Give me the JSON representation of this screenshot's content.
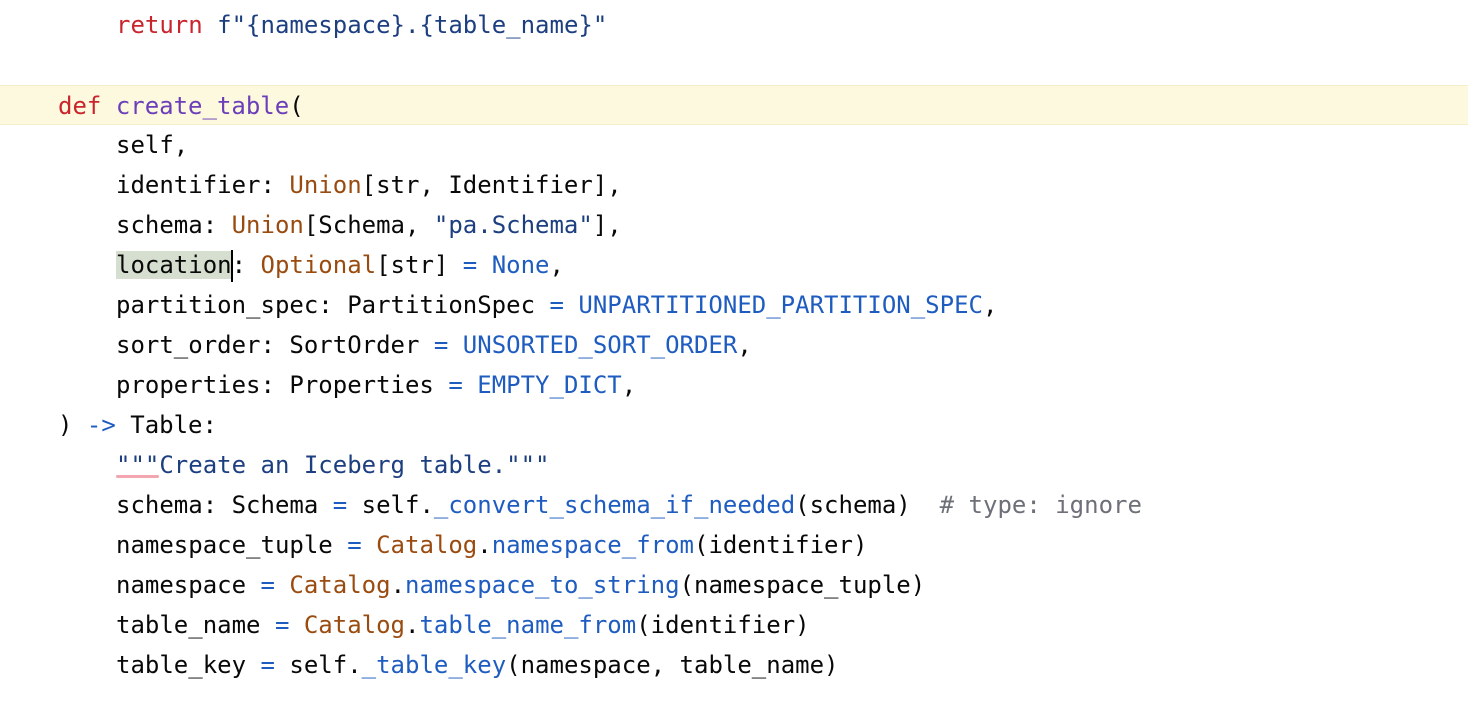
{
  "editor": {
    "lines": [
      {
        "indent": 2,
        "tokens": [
          {
            "t": "return",
            "c": "kw"
          },
          {
            "t": " ",
            "c": "plain"
          },
          {
            "t": "f\"{namespace}.{table_name}\"",
            "c": "str"
          }
        ]
      },
      {
        "indent": 0,
        "tokens": []
      },
      {
        "indent": 1,
        "current": true,
        "tokens": [
          {
            "t": "def",
            "c": "kw"
          },
          {
            "t": " ",
            "c": "plain"
          },
          {
            "t": "create_table",
            "c": "fn"
          },
          {
            "t": "(",
            "c": "plain"
          }
        ]
      },
      {
        "indent": 2,
        "tokens": [
          {
            "t": "self,",
            "c": "plain"
          }
        ]
      },
      {
        "indent": 2,
        "tokens": [
          {
            "t": "identifier: ",
            "c": "plain"
          },
          {
            "t": "Union",
            "c": "cls"
          },
          {
            "t": "[str, Identifier],",
            "c": "plain"
          }
        ]
      },
      {
        "indent": 2,
        "tokens": [
          {
            "t": "schema: ",
            "c": "plain"
          },
          {
            "t": "Union",
            "c": "cls"
          },
          {
            "t": "[Schema, ",
            "c": "plain"
          },
          {
            "t": "\"pa.Schema\"",
            "c": "str"
          },
          {
            "t": "],",
            "c": "plain"
          }
        ]
      },
      {
        "indent": 2,
        "tokens": [
          {
            "t": "location",
            "c": "plain",
            "hl": true
          },
          {
            "caret": true
          },
          {
            "t": ": ",
            "c": "plain"
          },
          {
            "t": "Optional",
            "c": "cls"
          },
          {
            "t": "[str] ",
            "c": "plain"
          },
          {
            "t": "=",
            "c": "op"
          },
          {
            "t": " ",
            "c": "plain"
          },
          {
            "t": "None",
            "c": "const"
          },
          {
            "t": ",",
            "c": "plain"
          }
        ]
      },
      {
        "indent": 2,
        "tokens": [
          {
            "t": "partition_spec: PartitionSpec ",
            "c": "plain"
          },
          {
            "t": "=",
            "c": "op"
          },
          {
            "t": " ",
            "c": "plain"
          },
          {
            "t": "UNPARTITIONED_PARTITION_SPEC",
            "c": "const"
          },
          {
            "t": ",",
            "c": "plain"
          }
        ]
      },
      {
        "indent": 2,
        "tokens": [
          {
            "t": "sort_order: SortOrder ",
            "c": "plain"
          },
          {
            "t": "=",
            "c": "op"
          },
          {
            "t": " ",
            "c": "plain"
          },
          {
            "t": "UNSORTED_SORT_ORDER",
            "c": "const"
          },
          {
            "t": ",",
            "c": "plain"
          }
        ]
      },
      {
        "indent": 2,
        "tokens": [
          {
            "t": "properties: Properties ",
            "c": "plain"
          },
          {
            "t": "=",
            "c": "op"
          },
          {
            "t": " ",
            "c": "plain"
          },
          {
            "t": "EMPTY_DICT",
            "c": "const"
          },
          {
            "t": ",",
            "c": "plain"
          }
        ]
      },
      {
        "indent": 1,
        "tokens": [
          {
            "t": ") ",
            "c": "plain"
          },
          {
            "t": "->",
            "c": "op"
          },
          {
            "t": " Table:",
            "c": "plain"
          }
        ]
      },
      {
        "indent": 2,
        "tokens": [
          {
            "t": "\"\"\"",
            "c": "str",
            "squiggle": true
          },
          {
            "t": "Create an Iceberg table.\"\"\"",
            "c": "str"
          }
        ]
      },
      {
        "indent": 2,
        "tokens": [
          {
            "t": "schema: Schema ",
            "c": "plain"
          },
          {
            "t": "=",
            "c": "op"
          },
          {
            "t": " self.",
            "c": "plain"
          },
          {
            "t": "_convert_schema_if_needed",
            "c": "call"
          },
          {
            "t": "(schema)  ",
            "c": "plain"
          },
          {
            "t": "# type: ignore",
            "c": "cmt"
          }
        ]
      },
      {
        "indent": 2,
        "tokens": [
          {
            "t": "namespace_tuple ",
            "c": "plain"
          },
          {
            "t": "=",
            "c": "op"
          },
          {
            "t": " ",
            "c": "plain"
          },
          {
            "t": "Catalog",
            "c": "cls"
          },
          {
            "t": ".",
            "c": "plain"
          },
          {
            "t": "namespace_from",
            "c": "call"
          },
          {
            "t": "(identifier)",
            "c": "plain"
          }
        ]
      },
      {
        "indent": 2,
        "tokens": [
          {
            "t": "namespace ",
            "c": "plain"
          },
          {
            "t": "=",
            "c": "op"
          },
          {
            "t": " ",
            "c": "plain"
          },
          {
            "t": "Catalog",
            "c": "cls"
          },
          {
            "t": ".",
            "c": "plain"
          },
          {
            "t": "namespace_to_string",
            "c": "call"
          },
          {
            "t": "(namespace_tuple)",
            "c": "plain"
          }
        ]
      },
      {
        "indent": 2,
        "tokens": [
          {
            "t": "table_name ",
            "c": "plain"
          },
          {
            "t": "=",
            "c": "op"
          },
          {
            "t": " ",
            "c": "plain"
          },
          {
            "t": "Catalog",
            "c": "cls"
          },
          {
            "t": ".",
            "c": "plain"
          },
          {
            "t": "table_name_from",
            "c": "call"
          },
          {
            "t": "(identifier)",
            "c": "plain"
          }
        ]
      },
      {
        "indent": 2,
        "tokens": [
          {
            "t": "table_key ",
            "c": "plain"
          },
          {
            "t": "=",
            "c": "op"
          },
          {
            "t": " self.",
            "c": "plain"
          },
          {
            "t": "_table_key",
            "c": "call"
          },
          {
            "t": "(namespace, table_name)",
            "c": "plain"
          }
        ]
      }
    ]
  },
  "colors": {
    "keyword": "#c9252d",
    "function": "#6b3fb8",
    "class": "#9a4c10",
    "string": "#1d3f80",
    "operator": "#1f5cc0",
    "comment": "#6e7079",
    "current_line": "#fdf9de",
    "word_highlight": "#d6dfcf"
  }
}
